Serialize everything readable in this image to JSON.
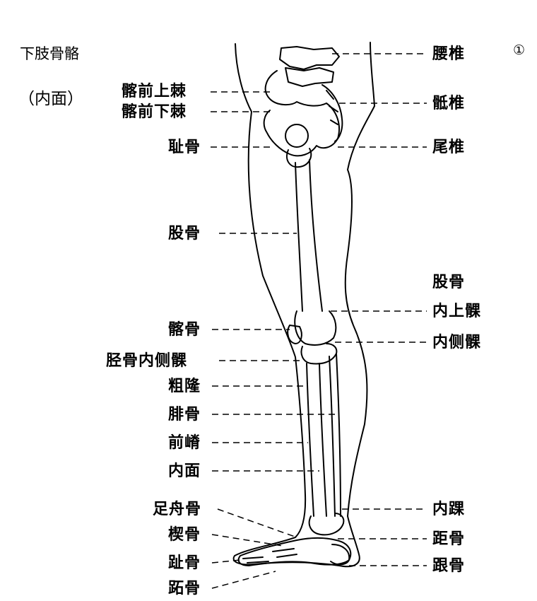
{
  "title": "下肢骨骼",
  "subtitle": "（内面）",
  "plate_number": "①",
  "labels_left": [
    {
      "id": "ilium-superior-spine",
      "text": "髂前上棘"
    },
    {
      "id": "ilium-inferior-spine",
      "text": "髂前下棘"
    },
    {
      "id": "pubis",
      "text": "耻骨"
    },
    {
      "id": "femur",
      "text": "股骨"
    },
    {
      "id": "patella",
      "text": "髂骨"
    },
    {
      "id": "tibia-medial-condyle",
      "text": "胫骨内侧髁"
    },
    {
      "id": "tuberosity",
      "text": "粗隆"
    },
    {
      "id": "fibula",
      "text": "腓骨"
    },
    {
      "id": "anterior-crest",
      "text": "前嵴"
    },
    {
      "id": "medial-surface",
      "text": "内面"
    },
    {
      "id": "navicular",
      "text": "足舟骨"
    },
    {
      "id": "cuneiform",
      "text": "楔骨"
    },
    {
      "id": "phalanges",
      "text": "趾骨"
    },
    {
      "id": "metatarsals",
      "text": "跖骨"
    }
  ],
  "labels_right": [
    {
      "id": "lumbar",
      "text": "腰椎"
    },
    {
      "id": "sacrum",
      "text": "骶椎"
    },
    {
      "id": "coccyx",
      "text": "尾椎"
    },
    {
      "id": "femur-heading",
      "text": "股骨"
    },
    {
      "id": "medial-epicondyle",
      "text": "内上髁"
    },
    {
      "id": "medial-condyle",
      "text": "内侧髁"
    },
    {
      "id": "medial-malleolus",
      "text": "内踝"
    },
    {
      "id": "talus",
      "text": "距骨"
    },
    {
      "id": "calcaneus",
      "text": "跟骨"
    }
  ]
}
